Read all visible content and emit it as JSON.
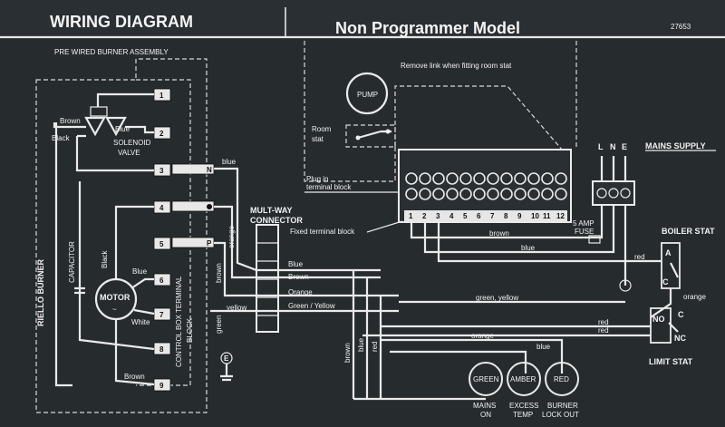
{
  "title": "WIRING DIAGRAM",
  "model": "Non Programmer Model",
  "code": "27653",
  "labels": {
    "pre_wired": "PRE WIRED BURNER ASSEMBLY",
    "riello": "RIELLO BURNER",
    "capacitor": "CAPACITOR",
    "motor": "MOTOR",
    "solenoid": "SOLENOID",
    "valve": "VALVE",
    "control_box": "CONTROL BOX TERMINAL",
    "block": "BLOCK",
    "multi_way_1": "MULT-WAY",
    "multi_way_2": "CONNECTOR",
    "pump": "PUMP",
    "room_stat_1": "Room",
    "room_stat_2": "stat",
    "remove_link": "Remove link when fitting room stat",
    "plug_in_1": "Plug in",
    "plug_in_2": "terminal block",
    "fixed_block": "Fixed terminal block",
    "mains_supply": "MAINS SUPPLY",
    "five_amp": "5 AMP",
    "fuse": "FUSE",
    "boiler_stat": "BOILER STAT",
    "limit_stat": "LIMIT STAT",
    "green": "GREEN",
    "amber": "AMBER",
    "red": "RED",
    "mains_on_1": "MAINS",
    "mains_on_2": "ON",
    "excess_1": "EXCESS",
    "excess_2": "TEMP",
    "burner_1": "BURNER",
    "burner_2": "LOCK OUT",
    "L": "L",
    "N": "N",
    "E": "E",
    "A": "A",
    "C": "C",
    "NO": "NO",
    "NC": "NC",
    "Cstat": "C",
    "orange_small": "orange"
  },
  "terminals_left": [
    "1",
    "2",
    "3",
    "4",
    "5",
    "6",
    "7",
    "8",
    "9"
  ],
  "control_marks": [
    "N",
    "P"
  ],
  "wire_labels": {
    "brown": "Brown",
    "blue": "Blue",
    "black": "Black",
    "black2": "Black",
    "blue2": "Blue",
    "white": "White",
    "brown2": "Brown",
    "blue_small": "blue",
    "orange_small": "orange",
    "brown_small": "brown",
    "yellow": "yellow",
    "green_v": "green",
    "conn_blue": "Blue",
    "conn_brown": "Brown",
    "conn_orange": "Orange",
    "conn_gy": "Green / Yellow",
    "bus_brown": "brown",
    "bus_blue": "blue",
    "bus_red": "red",
    "bus_gy": "green, yellow",
    "bus_red2": "red",
    "bus_red3": "red",
    "bus_orange": "orange",
    "bus_blue2": "blue",
    "v_brown": "brown",
    "v_blue": "blue",
    "v_red": "red"
  },
  "fixed_terminals": [
    "1",
    "2",
    "3",
    "4",
    "5",
    "6",
    "7",
    "8",
    "9",
    "10",
    "11",
    "12"
  ],
  "mains_terms": [
    "L",
    "N",
    "E"
  ]
}
